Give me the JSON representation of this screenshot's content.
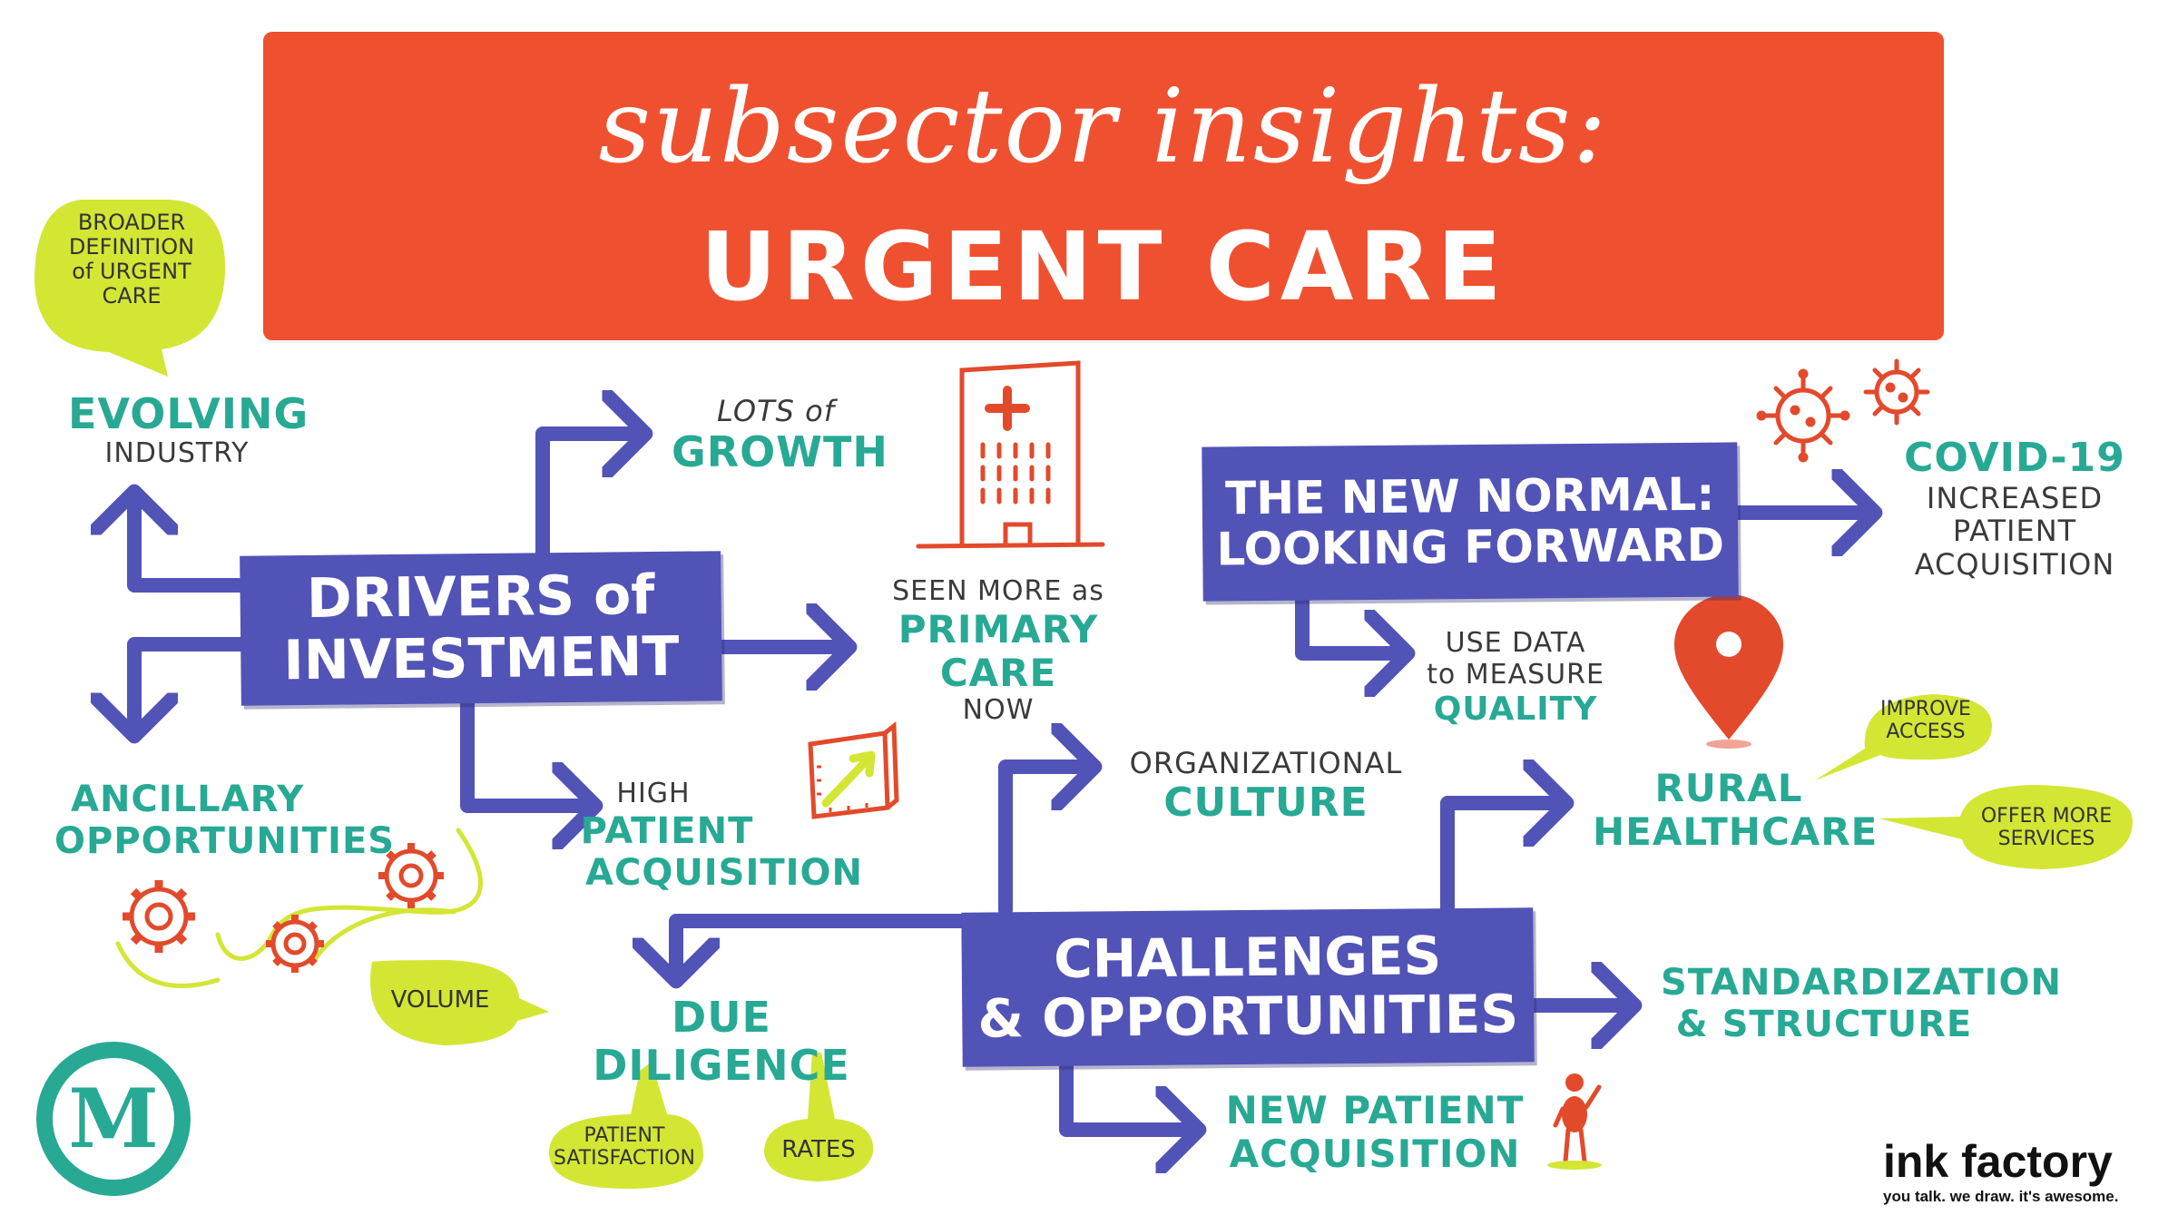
{
  "banner": {
    "subtitle": "subsector insights:",
    "title": "URGENT CARE"
  },
  "hubs": {
    "drivers": {
      "line1": "DRIVERS of",
      "line2": "INVESTMENT"
    },
    "new_normal": {
      "line1": "THE NEW NORMAL:",
      "line2": "LOOKING FORWARD"
    },
    "challenges": {
      "line1": "CHALLENGES",
      "line2": "& OPPORTUNITIES"
    }
  },
  "nodes": {
    "evolving": {
      "main": "EVOLVING",
      "sub": "INDUSTRY"
    },
    "growth": {
      "pre": "LOTS of",
      "main": "GROWTH"
    },
    "primary": {
      "pre": "SEEN MORE as",
      "main1": "PRIMARY",
      "main2": "CARE",
      "post": "NOW"
    },
    "ancillary": {
      "line1": "ANCILLARY",
      "line2": "OPPORTUNITIES"
    },
    "high_patient": {
      "pre": "HIGH",
      "main1": "PATIENT",
      "main2": "ACQUISITION"
    },
    "covid": {
      "main": "COVID-19",
      "sub1": "INCREASED",
      "sub2": "PATIENT",
      "sub3": "ACQUISITION"
    },
    "use_data": {
      "line1": "USE DATA",
      "line2": "to MEASURE",
      "main": "QUALITY"
    },
    "org_culture": {
      "pre": "ORGANIZATIONAL",
      "main": "CULTURE"
    },
    "rural": {
      "line1": "RURAL",
      "line2": "HEALTHCARE"
    },
    "due_diligence": {
      "main": "DUE DILIGENCE"
    },
    "standardization": {
      "line1": "STANDARDIZATION",
      "line2": "& STRUCTURE"
    },
    "new_patient": {
      "line1": "NEW PATIENT",
      "line2": "ACQUISITION"
    }
  },
  "bubbles": {
    "broader": {
      "l1": "BROADER",
      "l2": "DEFINITION",
      "l3": "of URGENT",
      "l4": "CARE"
    },
    "volume": {
      "text": "VOLUME"
    },
    "patient_sat": {
      "l1": "PATIENT",
      "l2": "SATISFACTION"
    },
    "rates": {
      "text": "RATES"
    },
    "improve": {
      "l1": "IMPROVE",
      "l2": "ACCESS"
    },
    "offer": {
      "l1": "OFFER MORE",
      "l2": "SERVICES"
    }
  },
  "brand": {
    "logo_letter": "M",
    "inkfactory_name": "ink factory",
    "inkfactory_tagline": "you talk. we draw. it's awesome."
  },
  "colors": {
    "banner": "#ef5130",
    "hub": "#5253b7",
    "teal": "#27a994",
    "lime": "#d3e634",
    "red": "#e24a2b"
  },
  "icons": [
    "hospital-icon",
    "growth-chart-icon",
    "virus-icon",
    "location-pin-icon",
    "gear-icon",
    "person-icon"
  ]
}
